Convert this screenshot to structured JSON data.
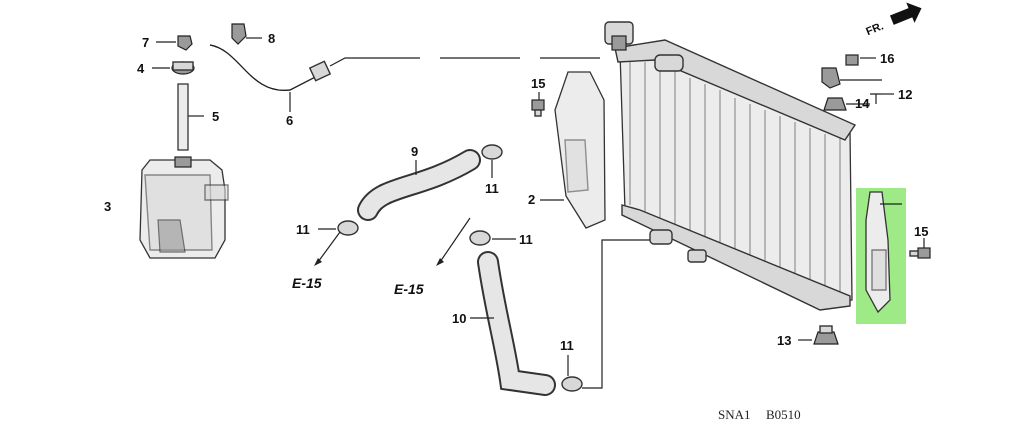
{
  "callouts": {
    "c2": "2",
    "c3": "3",
    "c4": "4",
    "c5": "5",
    "c6": "6",
    "c7": "7",
    "c8": "8",
    "c9": "9",
    "c10": "10",
    "c11a": "11",
    "c11b": "11",
    "c11c": "11",
    "c11d": "11",
    "c12": "12",
    "c13": "13",
    "c14": "14",
    "c15a": "15",
    "c15b": "15",
    "c16": "16"
  },
  "references": {
    "e15_left": "E-15",
    "e15_right": "E-15"
  },
  "direction": {
    "label": "FR."
  },
  "diagram_code": {
    "left": "SNA1",
    "right": "B0510"
  },
  "highlight": {
    "color": "#7ee35e",
    "part": "radiator-side-bracket"
  }
}
